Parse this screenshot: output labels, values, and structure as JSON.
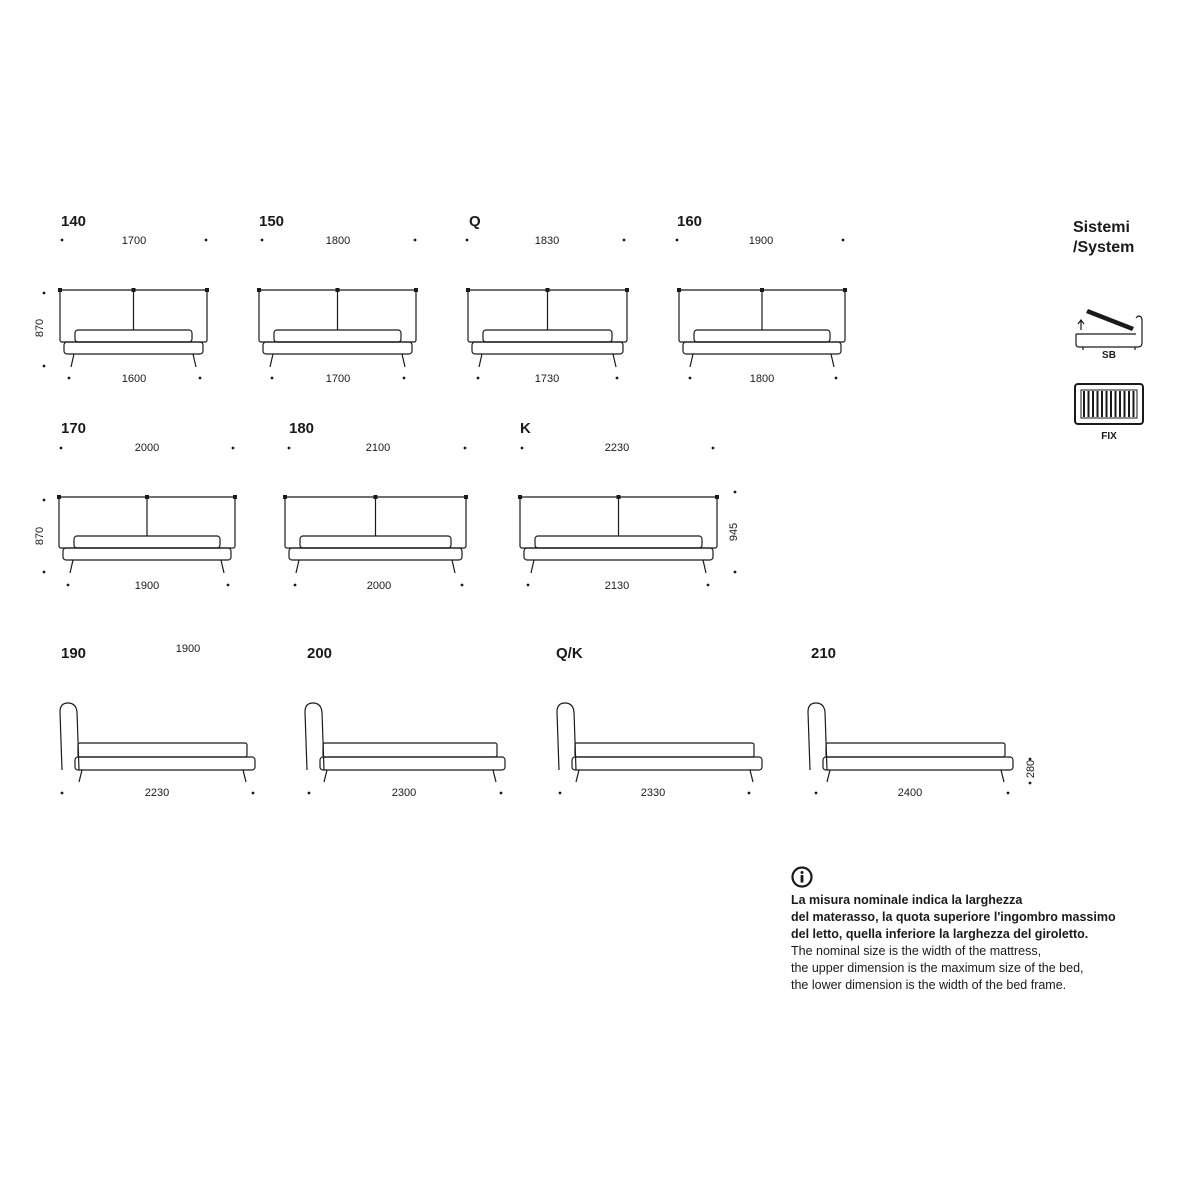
{
  "systems": {
    "title_line1": "Sistemi",
    "title_line2": "/System",
    "items": [
      {
        "label": "SB",
        "icon": "storage-bed-icon"
      },
      {
        "label": "FIX",
        "icon": "slatted-base-icon"
      }
    ]
  },
  "front_views": [
    {
      "size": "140",
      "upper": "1700",
      "lower": "1600",
      "height": "870"
    },
    {
      "size": "150",
      "upper": "1800",
      "lower": "1700",
      "height": ""
    },
    {
      "size": "Q",
      "upper": "1830",
      "lower": "1730",
      "height": ""
    },
    {
      "size": "160",
      "upper": "1900",
      "lower": "1800",
      "height": ""
    },
    {
      "size": "170",
      "upper": "2000",
      "lower": "1900",
      "height": "870"
    },
    {
      "size": "180",
      "upper": "2100",
      "lower": "2000",
      "height": ""
    },
    {
      "size": "K",
      "upper": "2230",
      "lower": "2130",
      "height": "945"
    }
  ],
  "side_views": [
    {
      "size": "190",
      "top_label": "1900",
      "length": "2230"
    },
    {
      "size": "200",
      "top_label": "",
      "length": "2300"
    },
    {
      "size": "Q/K",
      "top_label": "",
      "length": "2330"
    },
    {
      "size": "210",
      "top_label": "",
      "length": "2400",
      "side_height": "280"
    }
  ],
  "note": {
    "italian_line1": "La misura nominale indica la larghezza",
    "italian_line2": "del materasso, la quota superiore l'ingombro massimo",
    "italian_line3": "del letto, quella inferiore la larghezza del giroletto.",
    "english_line1": "The nominal size is the width of the mattress,",
    "english_line2": "the upper dimension is the maximum size of the bed,",
    "english_line3": "the lower dimension is the width of the bed frame."
  }
}
